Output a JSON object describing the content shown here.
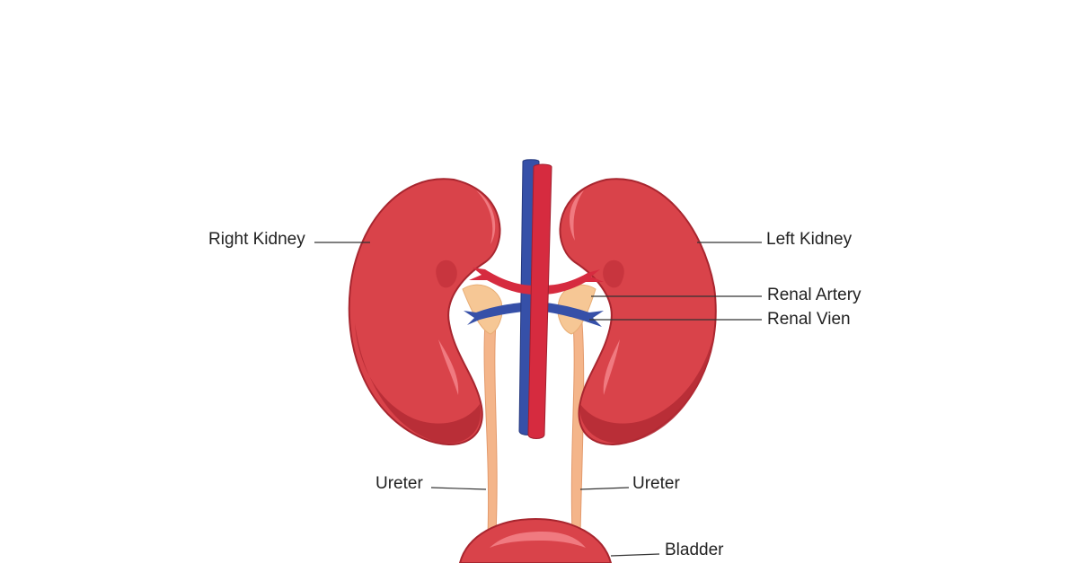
{
  "labels": {
    "right_kidney": "Right Kidney",
    "left_kidney": "Left Kidney",
    "renal_artery": "Renal Artery",
    "renal_vein": "Renal Vien",
    "ureter_left_side": "Ureter",
    "ureter_right_side": "Ureter",
    "bladder": "Bladder"
  },
  "colors": {
    "kidney": "#d9434a",
    "kidney_shadow": "#b32a34",
    "kidney_highlight": "#f07a80",
    "artery": "#d62b3f",
    "vein": "#3650a8",
    "ureter": "#f4b58a",
    "pelvis": "#f6c795",
    "leader_line": "#333333"
  }
}
